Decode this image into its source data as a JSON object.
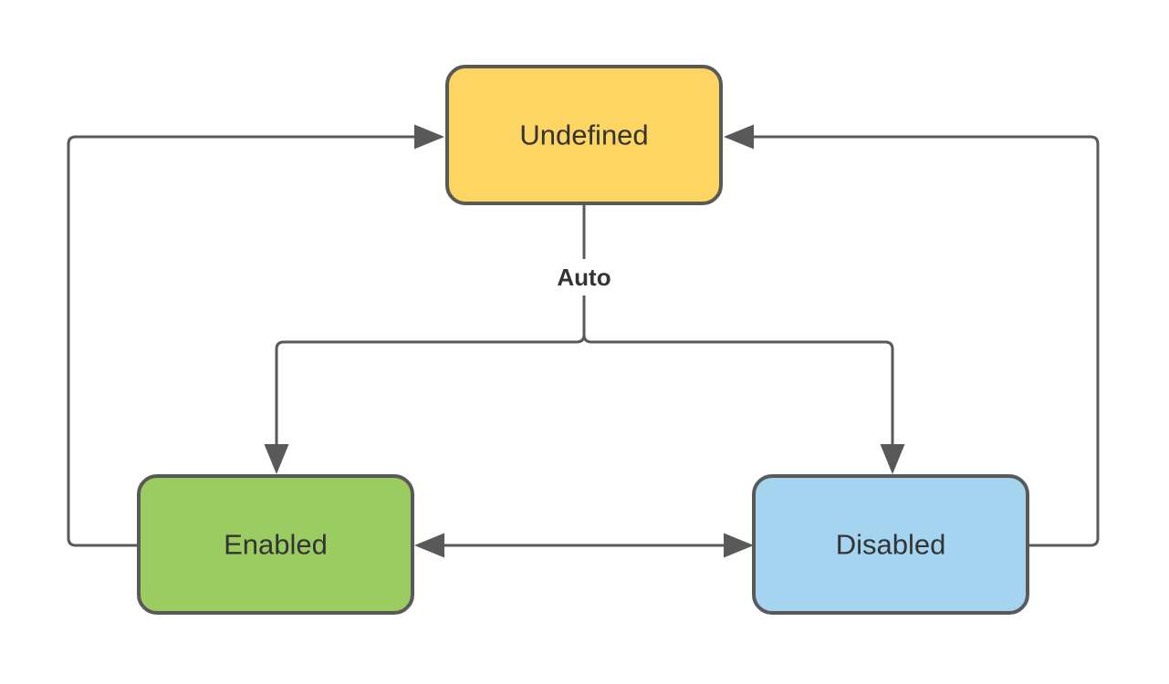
{
  "diagram": {
    "title": "state-transition-diagram",
    "background": "#ffffff",
    "stroke_color": "#595959",
    "text_color": "#333333",
    "label_background": "#ffffff",
    "nodes": [
      {
        "id": "undefined",
        "label": "Undefined",
        "fill": "#FCD563"
      },
      {
        "id": "enabled",
        "label": "Enabled",
        "fill": "#9ACC62"
      },
      {
        "id": "disabled",
        "label": "Disabled",
        "fill": "#A5D4F1"
      }
    ],
    "edges": [
      {
        "from": "Undefined",
        "to": "Enabled",
        "label": "Auto",
        "bidirectional": false
      },
      {
        "from": "Undefined",
        "to": "Disabled",
        "label": "Auto",
        "bidirectional": false
      },
      {
        "from": "Enabled",
        "to": "Undefined",
        "label": "",
        "bidirectional": false
      },
      {
        "from": "Disabled",
        "to": "Undefined",
        "label": "",
        "bidirectional": false
      },
      {
        "from": "Enabled",
        "to": "Disabled",
        "label": "",
        "bidirectional": true
      }
    ],
    "edge_label": "Auto"
  }
}
